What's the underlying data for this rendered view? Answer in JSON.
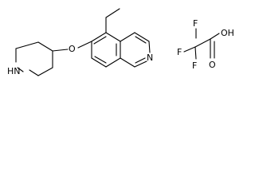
{
  "molecule": {
    "atoms": {
      "o_ether": "O",
      "n_piperidine": "HN",
      "n_isoquinoline": "N"
    }
  },
  "counterion": {
    "atoms": {
      "f_top": "F",
      "f_left": "F",
      "f_bottom": "F",
      "oh": "OH",
      "o_carbonyl": "O"
    }
  }
}
